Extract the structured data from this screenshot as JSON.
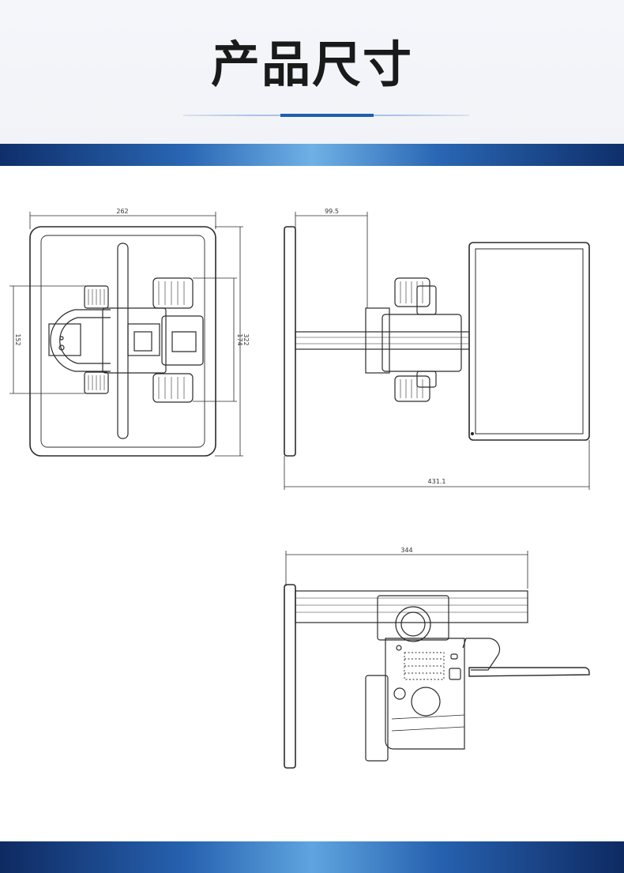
{
  "page": {
    "title": "产品尺寸"
  },
  "dimensions": {
    "top_width": "262",
    "top_height": "152",
    "top_depth_a": "322",
    "top_depth_b": "174",
    "side_arm": "99.5",
    "side_total": "431.1",
    "back_width": "344"
  },
  "colors": {
    "banner_dark": "#0f2f6b",
    "banner_light": "#6fb1e6",
    "accent_line": "#1e5fae",
    "drawing_stroke": "#2b2b2b"
  }
}
